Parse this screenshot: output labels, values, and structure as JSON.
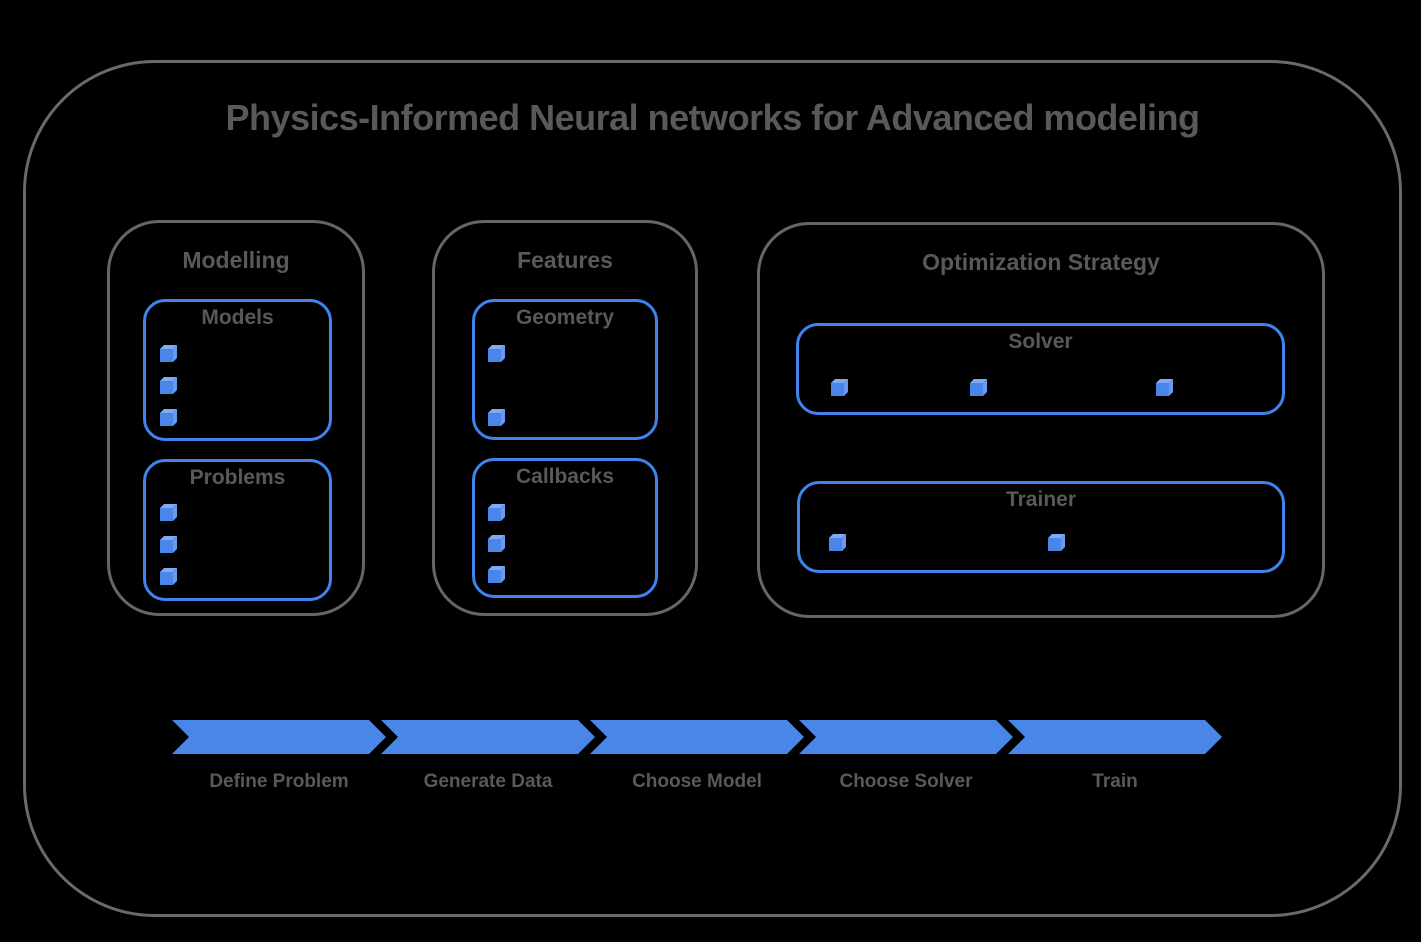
{
  "title": "Physics-Informed Neural networks for Advanced modeling",
  "colors": {
    "background": "#000000",
    "frame_border": "#6a6a6a",
    "group_border": "#666666",
    "text": "#595959",
    "blue": "#4a86e8",
    "blue_border": "#4083ef",
    "cube_top": "#7ea9f4",
    "cube_side": "#6b99ef"
  },
  "groups": [
    {
      "label": "Modelling",
      "boxes": [
        {
          "label": "Models",
          "bullets": 3
        },
        {
          "label": "Problems",
          "bullets": 3
        }
      ]
    },
    {
      "label": "Features",
      "boxes": [
        {
          "label": "Geometry",
          "bullets": 2
        },
        {
          "label": "Callbacks",
          "bullets": 3
        }
      ]
    },
    {
      "label": "Optimization Strategy",
      "boxes": [
        {
          "label": "Solver",
          "bullets": 3
        },
        {
          "label": "Trainer",
          "bullets": 2
        }
      ]
    }
  ],
  "flow": {
    "steps": [
      "Define Problem",
      "Generate Data",
      "Choose Model",
      "Choose Solver",
      "Train"
    ]
  }
}
